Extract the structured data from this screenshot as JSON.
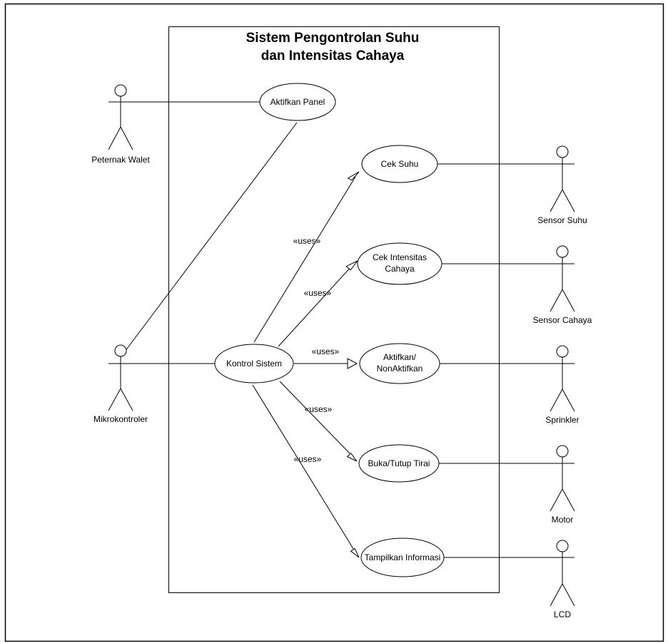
{
  "system": {
    "title_line1": "Sistem Pengontrolan Suhu",
    "title_line2": "dan Intensitas Cahaya"
  },
  "actors": {
    "peternak_walet": "Peternak Walet",
    "mikrokontroler": "Mikrokontroler",
    "sensor_suhu": "Sensor Suhu",
    "sensor_cahaya": "Sensor Cahaya",
    "sprinkler": "Sprinkler",
    "motor": "Motor",
    "lcd": "LCD"
  },
  "usecases": {
    "aktifkan_panel": "Aktifkan Panel",
    "cek_suhu": "Cek Suhu",
    "cek_intensitas_line1": "Cek Intensitas",
    "cek_intensitas_line2": "Cahaya",
    "kontrol_sistem": "Kontrol Sistem",
    "aktifkan_line1": "Aktifkan/",
    "aktifkan_line2": "NonAktifkan",
    "buka_tutup": "Buka/Tutup Tirai",
    "tampilkan": "Tampilkan Informasi"
  },
  "relations": {
    "uses_cek_suhu": "«uses»",
    "uses_cek_intensitas": "«uses»",
    "uses_aktifkan": "«uses»",
    "uses_buka_tutup": "«uses»",
    "uses_tampilkan": "«uses»"
  }
}
